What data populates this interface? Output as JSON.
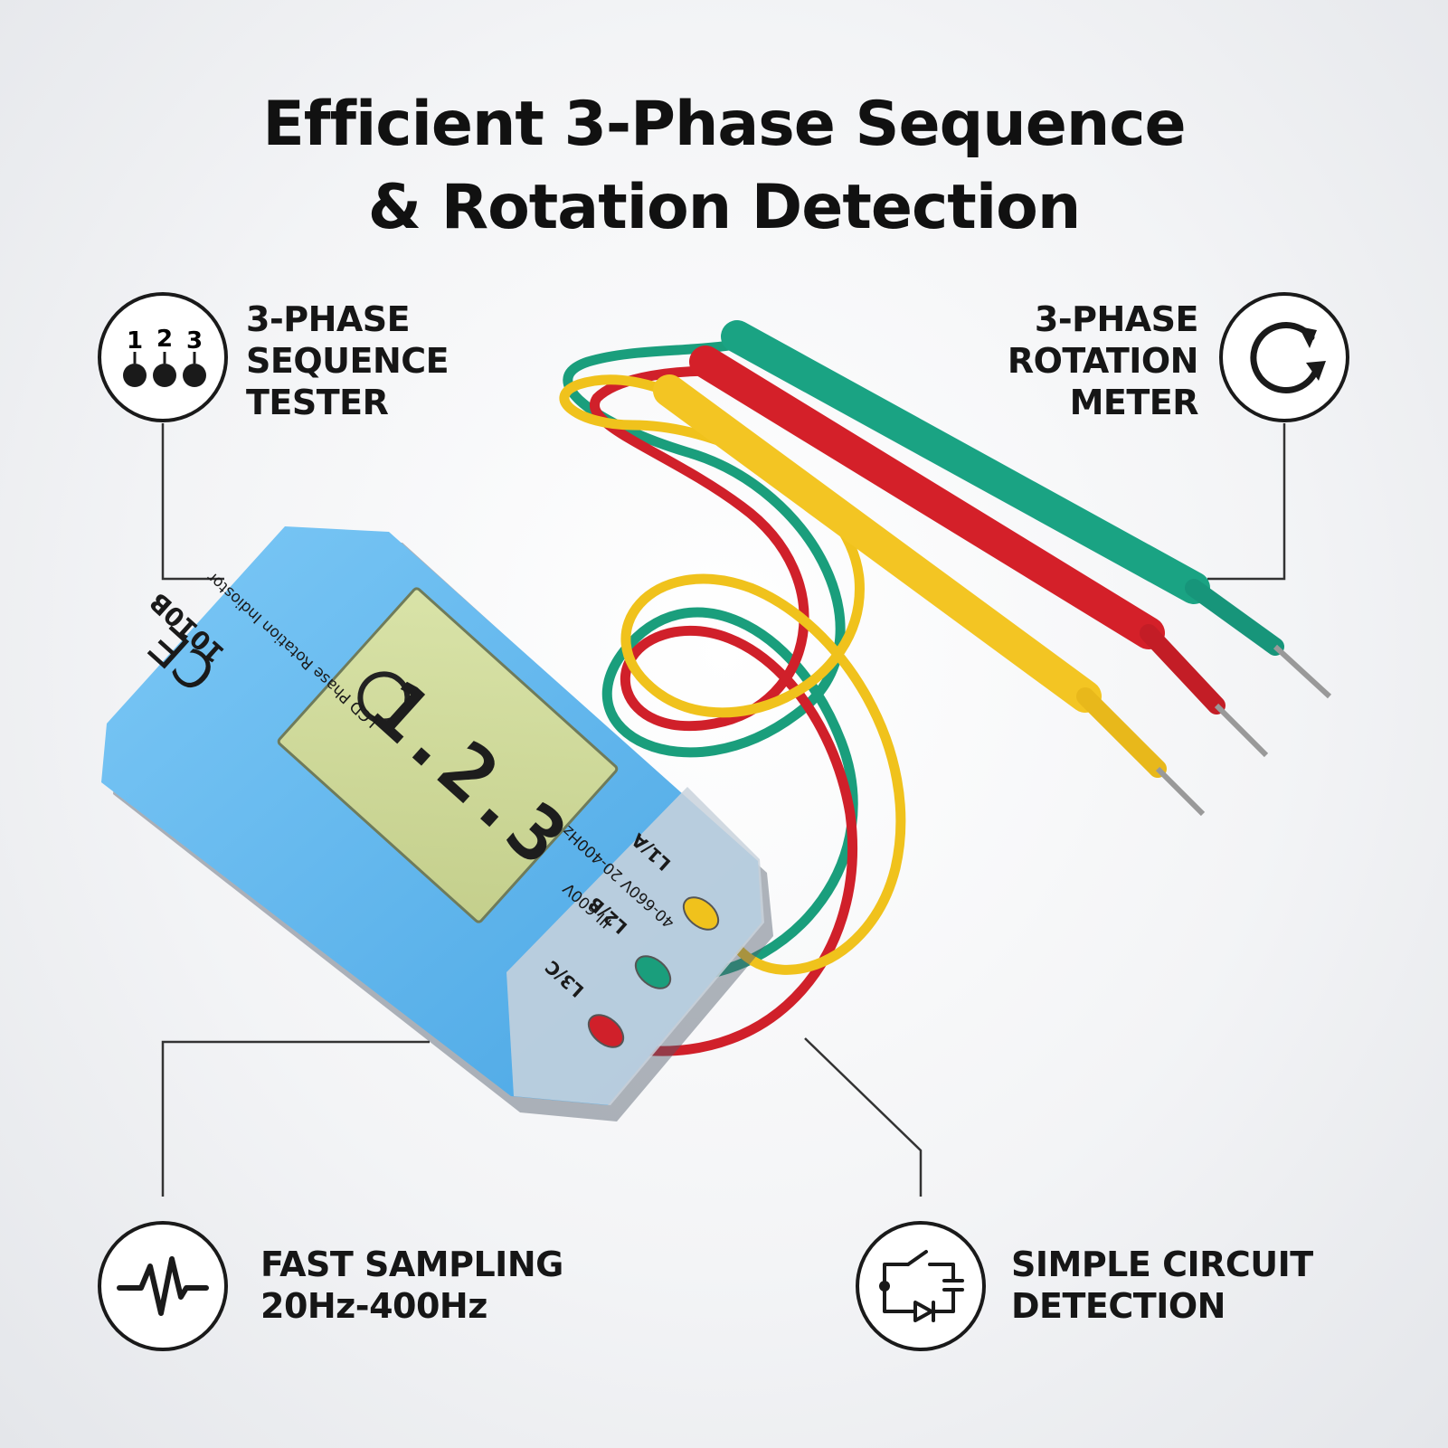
{
  "title": {
    "line1": "Efficient 3-Phase Sequence",
    "line2": "& Rotation Detection"
  },
  "features": {
    "sequence": {
      "lines": [
        "3-PHASE",
        "SEQUENCE",
        "TESTER"
      ],
      "icon": "three-phase-dots-icon",
      "icon_numbers": [
        "1",
        "2",
        "3"
      ]
    },
    "rotation": {
      "lines": [
        "3-PHASE",
        "ROTATION",
        "METER"
      ],
      "icon": "rotation-arrows-icon"
    },
    "sampling": {
      "lines": [
        "FAST SAMPLING",
        "20Hz-400Hz"
      ],
      "icon": "waveform-icon"
    },
    "circuit": {
      "lines": [
        "SIMPLE CIRCUIT",
        "DETECTION"
      ],
      "icon": "circuit-switch-icon"
    }
  },
  "device": {
    "model": "1010B",
    "name": "LCD Phase Rotation Indiostor",
    "ce_mark": "CE",
    "rating": "40-660V 20-400Hz",
    "category": "III 600V",
    "terminals": [
      "L1/A",
      "L2/B",
      "L3/C"
    ],
    "lcd_reading": "1.2.3",
    "lead_colors": [
      "#1a9e7c",
      "#d0202a",
      "#f0c21c"
    ],
    "body_color": "#5fb6ee"
  }
}
